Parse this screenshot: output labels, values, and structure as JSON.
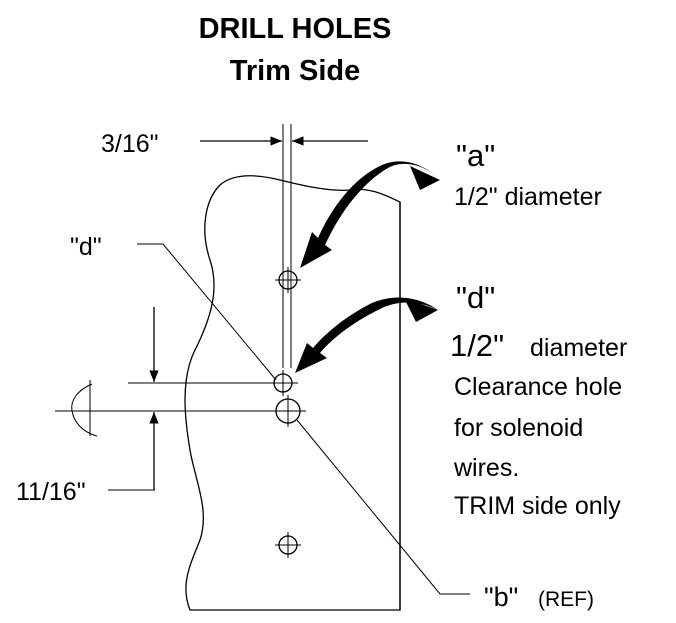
{
  "title": {
    "line1": "DRILL HOLES",
    "line2": "Trim Side"
  },
  "dimensions": {
    "top_offset": "3/16\"",
    "vertical_spacing": "11/16\""
  },
  "callouts": {
    "a": {
      "letter": "\"a\"",
      "size": "1/2\" diameter"
    },
    "d_left": {
      "letter": "\"d\""
    },
    "d": {
      "letter": "\"d\"",
      "size": "1/2\"",
      "size_suffix": "diameter",
      "note_line1": "Clearance hole",
      "note_line2": "for solenoid",
      "note_line3": "wires.",
      "note_line4": "TRIM side only"
    },
    "b": {
      "letter": "\"b\"",
      "ref": "(REF)"
    }
  }
}
